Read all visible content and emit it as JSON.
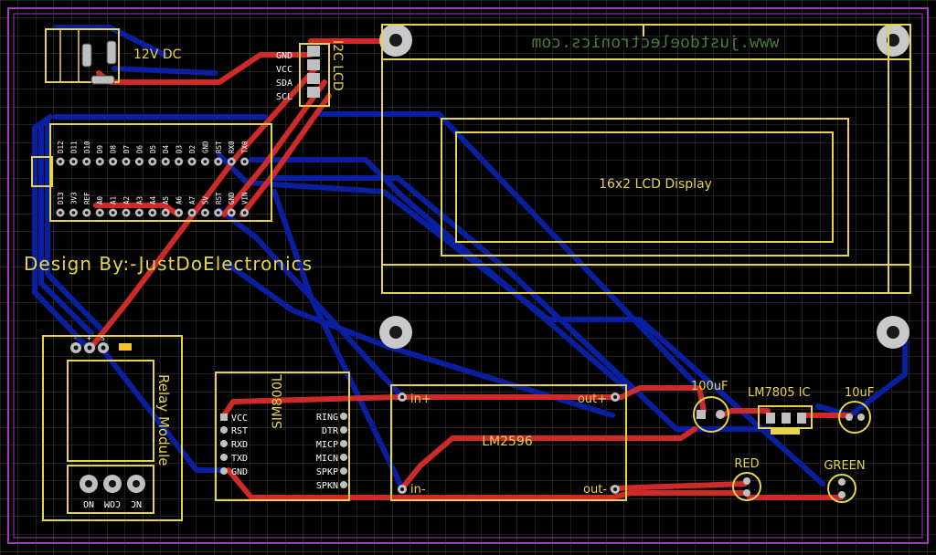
{
  "board": {
    "credit": "Design By:-JustDoElectronics",
    "watermark": "www.justdoelectronics.com"
  },
  "colors": {
    "grid": "#3c3c3c",
    "outline": "#9b3fb5",
    "silk": "#e8d44a",
    "top_copper": "#cf2a2a",
    "bottom_copper": "#0a1fa0",
    "pad": "#bfbfbf",
    "hole": "#c9c9c9"
  },
  "components": {
    "dc_jack": "12V DC",
    "i2c_header": {
      "label": "I2C LCD",
      "pins": [
        "GND",
        "VCC",
        "SDA",
        "SCL"
      ]
    },
    "arduino": {
      "top_pins": [
        "D12",
        "D11",
        "D10",
        "D9",
        "D8",
        "D7",
        "D6",
        "D5",
        "D4",
        "D3",
        "D2",
        "GND",
        "RST",
        "RX0",
        "TX0"
      ],
      "bottom_pins": [
        "D13",
        "3V3",
        "REF",
        "A0",
        "A1",
        "A2",
        "A3",
        "A4",
        "A5",
        "A6",
        "A7",
        "5V",
        "RST",
        "GND",
        "VIN"
      ]
    },
    "lcd": "16x2 LCD Display",
    "relay": {
      "label": "Relay Module",
      "header": [
        "-",
        "+",
        "S"
      ],
      "terminals": [
        "NC",
        "COM",
        "NO"
      ]
    },
    "sim": {
      "label": "SIM800L",
      "left_pins": [
        "VCC",
        "RST",
        "RXD",
        "TXD",
        "GND"
      ],
      "right_pins": [
        "RING",
        "DTR",
        "MICP",
        "MICN",
        "SPKP",
        "SPKN"
      ]
    },
    "buck": {
      "label": "LM2596",
      "in_plus": "in+",
      "in_minus": "in-",
      "out_plus": "out+",
      "out_minus": "out-"
    },
    "cap_large": "100uF",
    "regulator": "LM7805 IC",
    "cap_small": "10uF",
    "led_red": "RED",
    "led_green": "GREEN"
  }
}
